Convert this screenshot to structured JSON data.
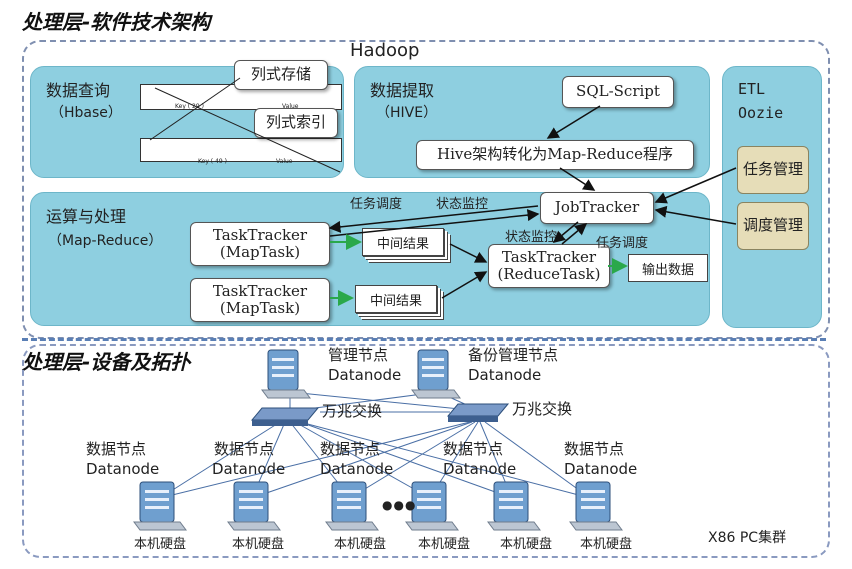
{
  "titles": {
    "top": "处理层-软件技术架构",
    "bottom": "处理层-设备及拓扑",
    "hadoop": "Hadoop"
  },
  "query": {
    "name": "数据查询",
    "sub": "（Hbase）",
    "column_store": "列式存储",
    "column_index": "列式索引",
    "table1_key": "Key ( 29 )",
    "table1_value": "Value",
    "table2_key": "Key ( 49 )",
    "table2_value": "Value"
  },
  "extract": {
    "name": "数据提取",
    "sub": "（HIVE）",
    "sql": "SQL-Script",
    "hive": "Hive架构转化为Map-Reduce程序"
  },
  "etl": {
    "line1": "ETL",
    "line2": "Oozie",
    "task_mgmt": "任务管理",
    "sched_mgmt": "调度管理"
  },
  "compute": {
    "name": "运算与处理",
    "sub": "（Map-Reduce）",
    "job_tracker": "JobTracker",
    "map1": "TaskTracker (MapTask)",
    "map2": "TaskTracker (MapTask)",
    "reduce": "TaskTracker (ReduceTask)",
    "mid1": "中间结果",
    "mid2": "中间结果",
    "output": "输出数据",
    "sched_label": "任务调度",
    "monitor_label": "状态监控",
    "monitor_label2": "状态监控",
    "sched_label2": "任务调度"
  },
  "topology": {
    "mgmt_node": "管理节点",
    "backup_node": "备份管理节点",
    "datanode": "Datanode",
    "switch1": "万兆交换",
    "switch2": "万兆交换",
    "data_node": "数据节点",
    "disk": "本机硬盘",
    "cluster": "X86 PC集群",
    "ellipsis": "●●●"
  },
  "colors": {
    "panel": "#8ecfe0",
    "tan": "#e6ddb8",
    "arrow": "#111111",
    "green_arrow": "#2aa84a",
    "server": "#6f9fcf"
  }
}
